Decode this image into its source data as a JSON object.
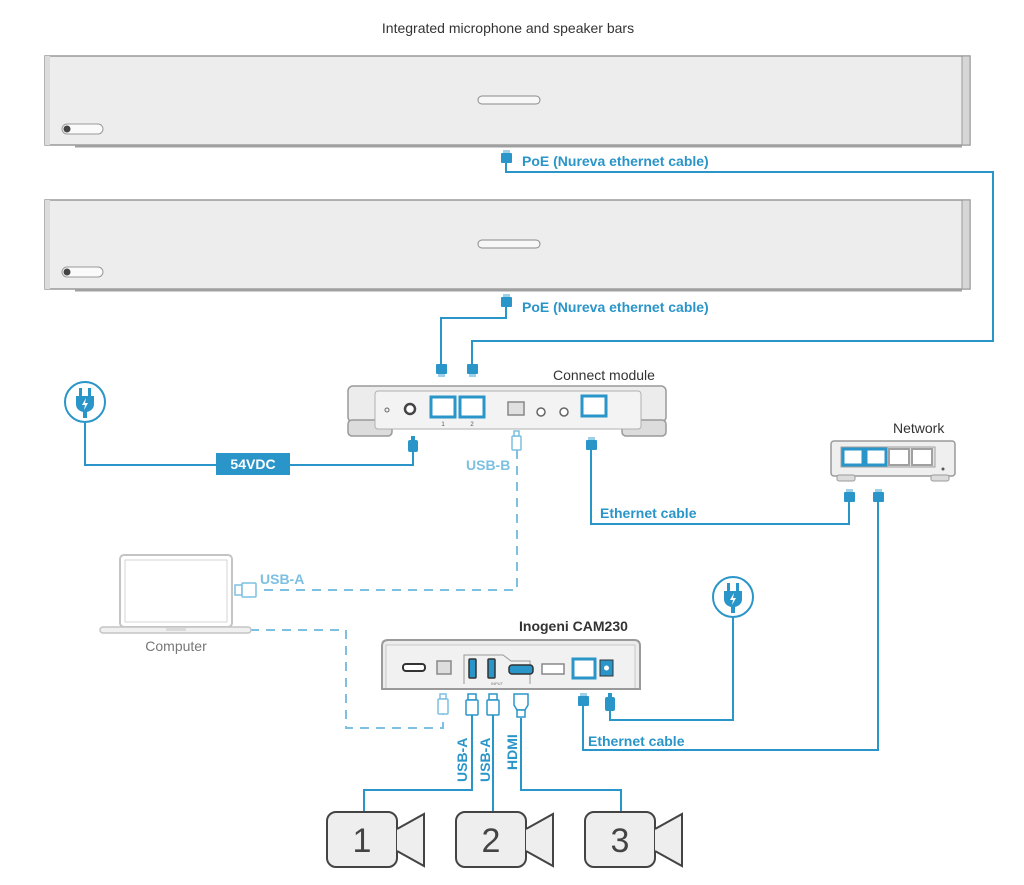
{
  "title": "Integrated microphone and speaker bars",
  "colors": {
    "cable": "#2a95c9",
    "usb_dashed": "#7cc0e2",
    "device_fill": "#efefef",
    "device_stroke": "#a8a8a8"
  },
  "devices": {
    "speaker_bar_1": {
      "name": "speaker-bar-1"
    },
    "speaker_bar_2": {
      "name": "speaker-bar-2"
    },
    "connect_module": {
      "label": "Connect module",
      "ports": [
        "1",
        "2"
      ]
    },
    "network": {
      "label": "Network"
    },
    "computer": {
      "label": "Computer"
    },
    "inogeni": {
      "label": "Inogeni CAM230",
      "input_label": "INPUT"
    },
    "cameras": [
      {
        "number": "1"
      },
      {
        "number": "2"
      },
      {
        "number": "3"
      }
    ]
  },
  "cables": {
    "poe_1": "PoE (Nureva ethernet cable)",
    "poe_2": "PoE (Nureva ethernet cable)",
    "power": "54VDC",
    "usb_b": "USB-B",
    "usb_a_computer": "USB-A",
    "ethernet_connect": "Ethernet cable",
    "ethernet_inogeni": "Ethernet cable",
    "cam1": "USB-A",
    "cam2": "USB-A",
    "cam3": "HDMI"
  },
  "icons": [
    "power-plug-icon",
    "power-plug-icon",
    "camera-icon",
    "rj45-connector-icon",
    "usb-connector-icon",
    "hdmi-connector-icon",
    "laptop-icon"
  ]
}
